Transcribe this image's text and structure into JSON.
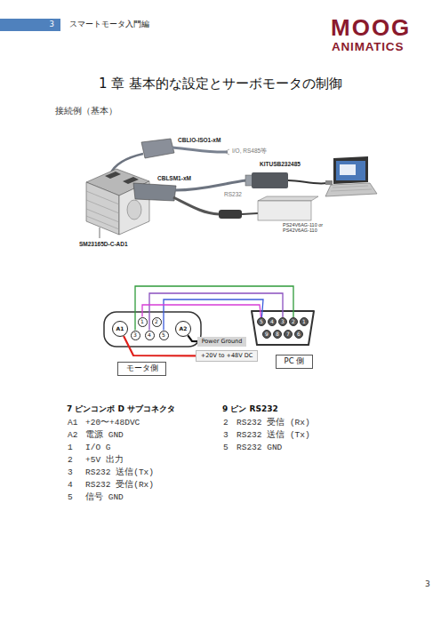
{
  "diagram": {
    "title": "1 章 基本的な設定とサーボモータの制御",
    "nodes": [
      {
        "text": [
          "3"
        ]
      },
      {
        "text": [
          "A1"
        ]
      },
      {
        "text": [
          "1"
        ]
      },
      {
        "text": [
          "2"
        ]
      },
      {
        "text": [
          "3"
        ]
      },
      {
        "text": [
          "4"
        ]
      },
      {
        "text": [
          "5"
        ]
      },
      {
        "text": [
          "A2"
        ]
      },
      {
        "text": [
          "5"
        ]
      },
      {
        "text": [
          "4"
        ]
      },
      {
        "text": [
          "3"
        ]
      },
      {
        "text": [
          "2"
        ]
      },
      {
        "text": [
          "1"
        ]
      },
      {
        "text": [
          "9"
        ]
      },
      {
        "text": [
          "8"
        ]
      },
      {
        "text": [
          "7"
        ]
      },
      {
        "text": [
          "6"
        ]
      },
      {
        "text": [
          "Power Ground"
        ]
      },
      {
        "text": [
          "+20V to +48V DC"
        ]
      },
      {
        "text": [
          "モータ側"
        ]
      },
      {
        "text": [
          "PC 側"
        ]
      }
    ],
    "edges": [
      {
        "from": 4,
        "to": 11,
        "arrow": "none"
      },
      {
        "from": 5,
        "to": 10,
        "arrow": "none"
      },
      {
        "from": 6,
        "to": 8,
        "arrow": "none"
      },
      {
        "from": 2,
        "to": 8,
        "arrow": "none"
      },
      {
        "from": 7,
        "to": 17,
        "arrow": "none"
      },
      {
        "from": 1,
        "to": 18,
        "arrow": "none"
      }
    ],
    "labels": [
      "スマートモータ入門編",
      "MOOG",
      "ANIMATICS",
      "接続例（基本）",
      "CBLIO-ISO1-xM",
      "I/O, RS485等",
      "KITUSB232485",
      "CBLSM1-xM",
      "RS232",
      "SM23165D-C-AD1",
      "PS24V6AG-110 or PS42V6AG-110",
      "7 ピンコンボ D サブコネクタ",
      "A1",
      "+20〜+48DVC",
      "A2",
      "電源 GND",
      "1",
      "I/O G",
      "2",
      "+5V 出力",
      "3",
      "RS232 送信(Tx)",
      "4",
      "RS232 受信(Rx)",
      "5",
      "信号 GND",
      "9 ピン RS232",
      "2",
      "RS232 受信 (Rx)",
      "3",
      "RS232 送信 (Tx)",
      "5",
      "RS232 GND",
      "3"
    ]
  }
}
